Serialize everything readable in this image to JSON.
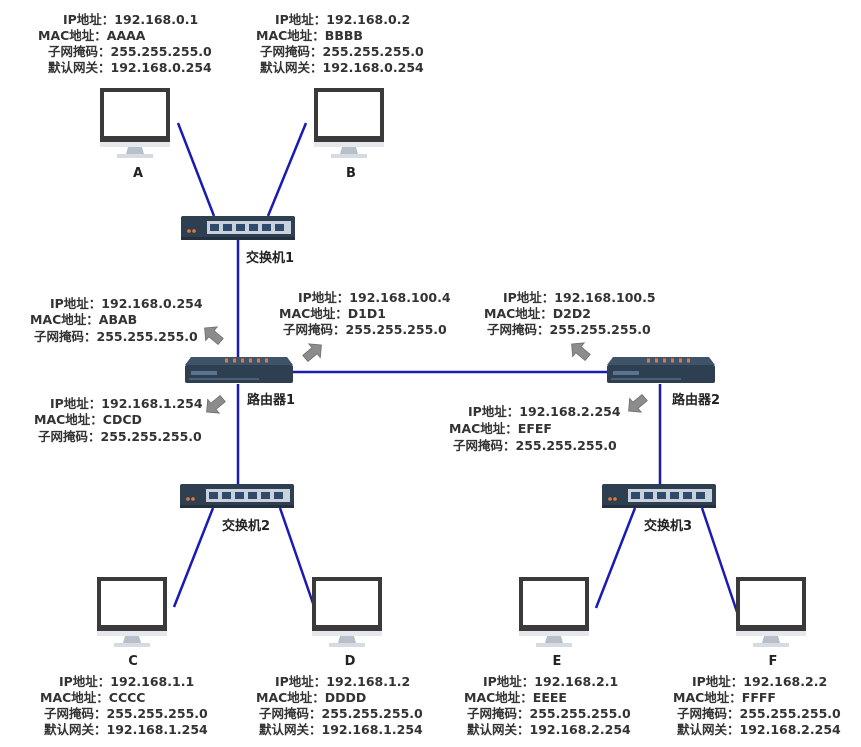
{
  "colors": {
    "link": "#1a1ab4",
    "device_dark": "#2e3f52",
    "device_panel": "#c9d2dc",
    "port": "#2f4a6a",
    "led_orange": "#e07a3b",
    "arrow": "#8c8c8c",
    "screen_frame": "#3a3a3a",
    "stand": "#cfd6dd",
    "text": "#333333"
  },
  "hosts": {
    "A": {
      "label": "A",
      "ip": "IP地址：192.168.0.1",
      "mac": "MAC地址：AAAA",
      "mask": "子网掩码：255.255.255.0",
      "gw": "默认网关：192.168.0.254"
    },
    "B": {
      "label": "B",
      "ip": "IP地址：192.168.0.2",
      "mac": "MAC地址：BBBB",
      "mask": "子网掩码：255.255.255.0",
      "gw": "默认网关：192.168.0.254"
    },
    "C": {
      "label": "C",
      "ip": "IP地址：192.168.1.1",
      "mac": "MAC地址：CCCC",
      "mask": "子网掩码：255.255.255.0",
      "gw": "默认网关：192.168.1.254"
    },
    "D": {
      "label": "D",
      "ip": "IP地址：192.168.1.2",
      "mac": "MAC地址：DDDD",
      "mask": "子网掩码：255.255.255.0",
      "gw": "默认网关：192.168.1.254"
    },
    "E": {
      "label": "E",
      "ip": "IP地址：192.168.2.1",
      "mac": "MAC地址：EEEE",
      "mask": "子网掩码：255.255.255.0",
      "gw": "默认网关：192.168.2.254"
    },
    "F": {
      "label": "F",
      "ip": "IP地址：192.168.2.2",
      "mac": "MAC地址：FFFF",
      "mask": "子网掩码：255.255.255.0",
      "gw": "默认网关：192.168.2.254"
    }
  },
  "switches": {
    "sw1": {
      "label": "交换机1"
    },
    "sw2": {
      "label": "交换机2"
    },
    "sw3": {
      "label": "交换机3"
    }
  },
  "routers": {
    "r1": {
      "label": "路由器1",
      "if_up": {
        "ip": "IP地址：192.168.0.254",
        "mac": "MAC地址：ABAB",
        "mask": "子网掩码：255.255.255.0"
      },
      "if_down": {
        "ip": "IP地址：192.168.1.254",
        "mac": "MAC地址：CDCD",
        "mask": "子网掩码：255.255.255.0"
      },
      "if_right": {
        "ip": "IP地址：192.168.100.4",
        "mac": "MAC地址：D1D1",
        "mask": "子网掩码：255.255.255.0"
      }
    },
    "r2": {
      "label": "路由器2",
      "if_left": {
        "ip": "IP地址：192.168.100.5",
        "mac": "MAC地址：D2D2",
        "mask": "子网掩码：255.255.255.0"
      },
      "if_down": {
        "ip": "IP地址：192.168.2.254",
        "mac": "MAC地址：EFEF",
        "mask": "子网掩码：255.255.255.0"
      }
    }
  }
}
